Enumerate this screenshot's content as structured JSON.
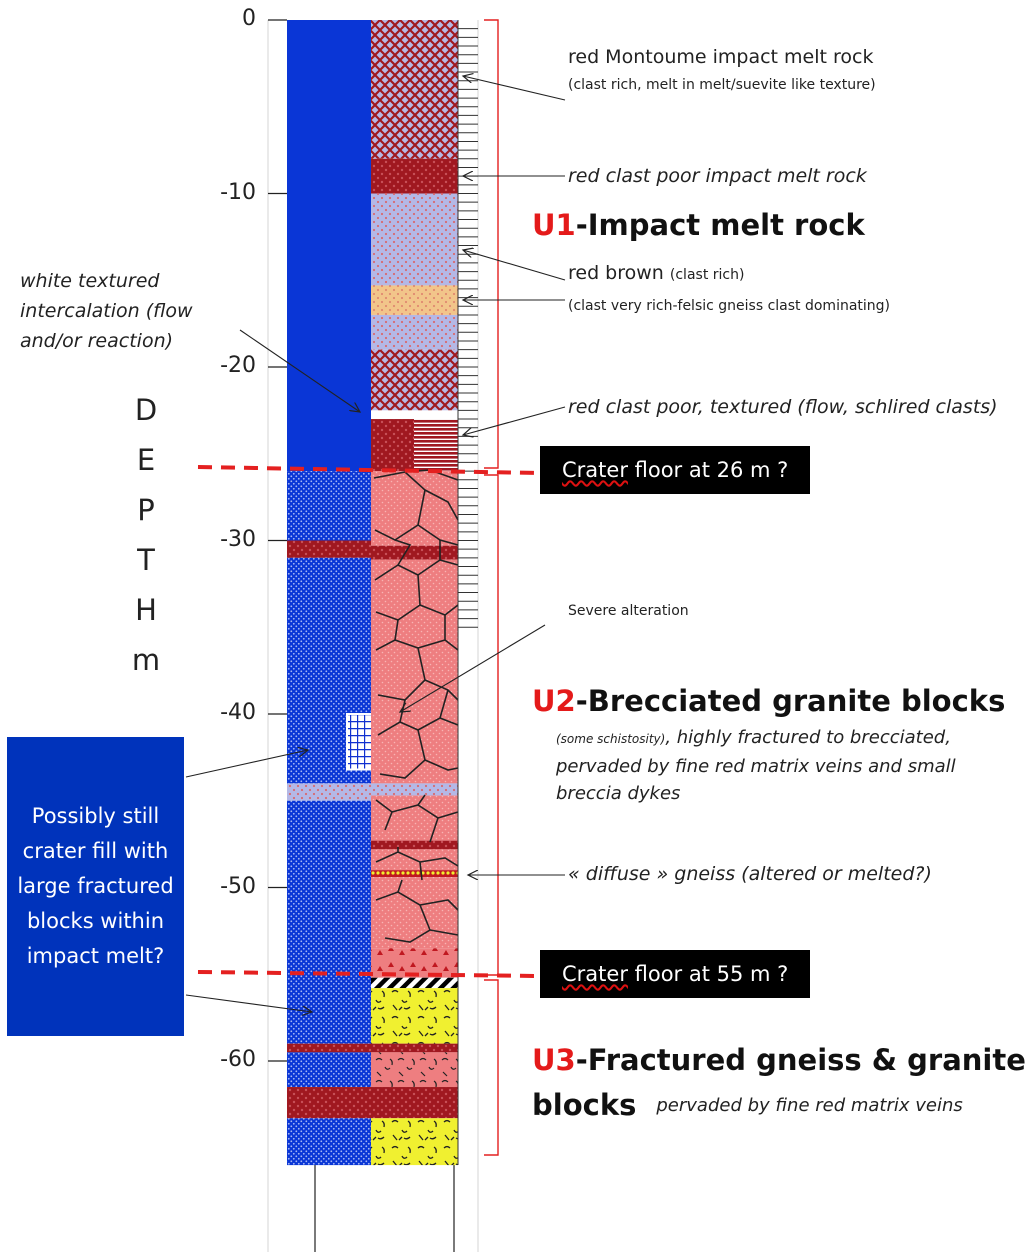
{
  "axis": {
    "ticks": [
      {
        "value": 0,
        "label": "0"
      },
      {
        "value": -10,
        "label": "-10"
      },
      {
        "value": -20,
        "label": "-20"
      },
      {
        "value": -30,
        "label": "-30"
      },
      {
        "value": -40,
        "label": "-40"
      },
      {
        "value": -50,
        "label": "-50"
      },
      {
        "value": -60,
        "label": "-60"
      }
    ],
    "depth_letters": [
      "D",
      "E",
      "P",
      "T",
      "H",
      "m"
    ]
  },
  "labels": {
    "montoume": "red Montoume impact melt rock",
    "montoume_sub": "(clast rich, melt in melt/suevite like texture)",
    "clast_poor": "red clast poor impact melt rock",
    "red_brown_main": "red brown ",
    "red_brown_sub": "(clast rich)",
    "clast_very_rich": "(clast very rich-felsic gneiss clast dominating)",
    "textured": "red clast poor, textured (flow, schlired clasts)",
    "severe_alteration": "Severe alteration",
    "diffuse_gneiss": "« diffuse » gneiss (altered or melted?)",
    "white_textured": "white textured intercalation (flow and/or reaction)"
  },
  "units": {
    "u1": {
      "code": "U1",
      "name": "-Impact melt rock"
    },
    "u2": {
      "code": "U2",
      "name": "-Brecciated granite blocks",
      "desc_small": "(some schistosity)",
      "desc": ", highly fractured to brecciated, pervaded by fine red matrix veins and small breccia dykes"
    },
    "u3": {
      "code": "U3",
      "name_line1": "-Fractured gneiss & granite",
      "name_line2": "blocks",
      "desc": "pervaded by fine red matrix veins"
    }
  },
  "crater_floors": [
    {
      "word": "Crater",
      "rest": " floor at 26 m ?",
      "depth": 26
    },
    {
      "word": "Crater",
      "rest": " floor at 55 m ?",
      "depth": 55
    }
  ],
  "callout": {
    "text": "Possibly still crater fill with large fractured blocks within impact melt?"
  },
  "colors": {
    "blue": "#0a36d6",
    "blue_callout": "#0033bb",
    "dark_red": "#a01820",
    "lavender": "#b4b8e6",
    "peach": "#f2c58a",
    "salmon": "#ee7e80",
    "yellow": "#f0f030",
    "unit_red": "#e41a1a",
    "floor_line": "#e42020"
  },
  "chart_data": {
    "type": "table",
    "depth_range": [
      0,
      -66
    ],
    "left_column": [
      {
        "from": 0,
        "to": 26,
        "lithology": "solid blue"
      },
      {
        "from": 26,
        "to": 30,
        "lithology": "blue dotted"
      },
      {
        "from": 30,
        "to": 31,
        "lithology": "dark red band"
      },
      {
        "from": 31,
        "to": 44,
        "lithology": "blue dotted"
      },
      {
        "from": 44,
        "to": 45,
        "lithology": "lavender band"
      },
      {
        "from": 45,
        "to": 59,
        "lithology": "blue dotted"
      },
      {
        "from": 59,
        "to": 59.5,
        "lithology": "dark red band"
      },
      {
        "from": 59.5,
        "to": 61.5,
        "lithology": "blue dotted"
      },
      {
        "from": 61.5,
        "to": 63.3,
        "lithology": "dark red band"
      },
      {
        "from": 63.3,
        "to": 66,
        "lithology": "blue dotted"
      }
    ],
    "right_column": [
      {
        "from": 0,
        "to": 8,
        "lithology": "red Montoume impact melt rock"
      },
      {
        "from": 8,
        "to": 10,
        "lithology": "red clast poor impact melt rock"
      },
      {
        "from": 10,
        "to": 15.3,
        "lithology": "red brown (clast rich)"
      },
      {
        "from": 15.3,
        "to": 17,
        "lithology": "clast very rich-felsic gneiss clast dominating"
      },
      {
        "from": 17,
        "to": 19,
        "lithology": "red brown (clast rich)"
      },
      {
        "from": 19,
        "to": 22.5,
        "lithology": "red Montoume impact melt rock"
      },
      {
        "from": 22.5,
        "to": 23,
        "lithology": "white textured intercalation"
      },
      {
        "from": 23,
        "to": 26,
        "lithology": "red clast poor, textured"
      },
      {
        "from": 26,
        "to": 30.3,
        "lithology": "brecciated granite blocks"
      },
      {
        "from": 30.3,
        "to": 31.1,
        "lithology": "dark red band"
      },
      {
        "from": 31.1,
        "to": 44,
        "lithology": "brecciated granite blocks"
      },
      {
        "from": 44,
        "to": 44.7,
        "lithology": "lavender band"
      },
      {
        "from": 44.7,
        "to": 47.3,
        "lithology": "brecciated granite blocks"
      },
      {
        "from": 47.3,
        "to": 47.8,
        "lithology": "dark red band"
      },
      {
        "from": 47.8,
        "to": 49,
        "lithology": "brecciated granite blocks"
      },
      {
        "from": 49,
        "to": 49.4,
        "lithology": "diffuse gneiss"
      },
      {
        "from": 49.4,
        "to": 53.5,
        "lithology": "brecciated granite blocks"
      },
      {
        "from": 53.5,
        "to": 55.2,
        "lithology": "salmon with red triangles"
      },
      {
        "from": 55.2,
        "to": 55.8,
        "lithology": "black-white hatch"
      },
      {
        "from": 55.8,
        "to": 59,
        "lithology": "fractured gneiss"
      },
      {
        "from": 59,
        "to": 59.5,
        "lithology": "dark red band"
      },
      {
        "from": 59.5,
        "to": 61.5,
        "lithology": "salmon with black squiggles"
      },
      {
        "from": 61.5,
        "to": 63.3,
        "lithology": "dark red band"
      },
      {
        "from": 63.3,
        "to": 66,
        "lithology": "fractured gneiss"
      }
    ],
    "white_inclusion": {
      "from": 40,
      "to": 43.2
    },
    "units": [
      {
        "code": "U1",
        "from": 0,
        "to": 26
      },
      {
        "code": "U2",
        "from": 26,
        "to": 55
      },
      {
        "code": "U3",
        "from": 55,
        "to": 66
      }
    ],
    "crater_floor_depths": [
      26,
      55
    ]
  }
}
